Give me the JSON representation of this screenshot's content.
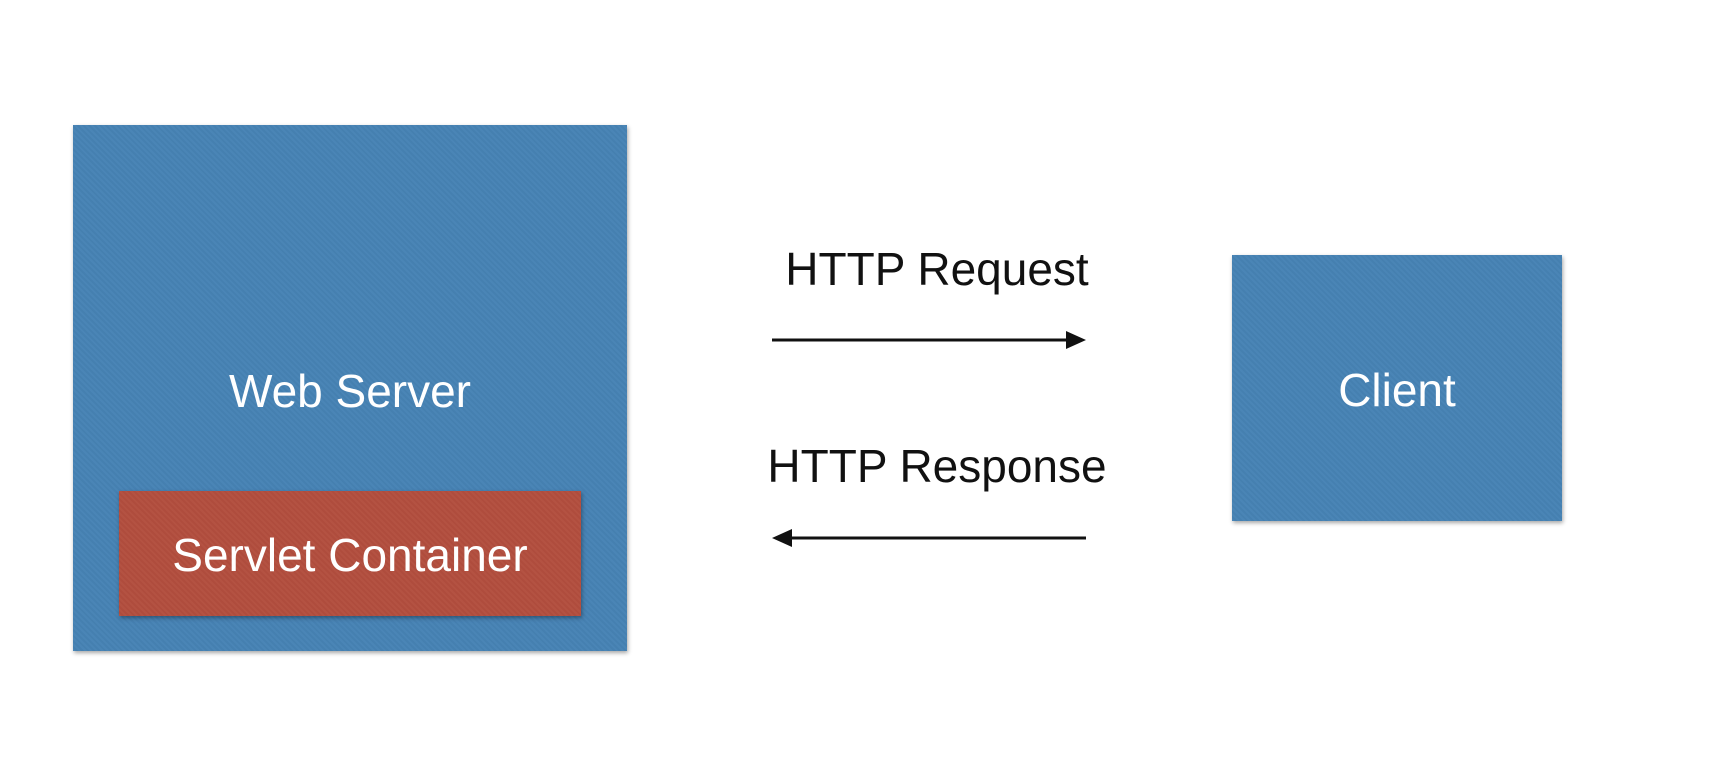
{
  "colors": {
    "box_blue": "#4682b4",
    "container_red": "#b24e3e",
    "arrow": "#111111"
  },
  "nodes": {
    "web_server": "Web Server",
    "servlet_container": "Servlet Container",
    "client": "Client"
  },
  "edges": {
    "request": "HTTP Request",
    "response": "HTTP Response"
  }
}
